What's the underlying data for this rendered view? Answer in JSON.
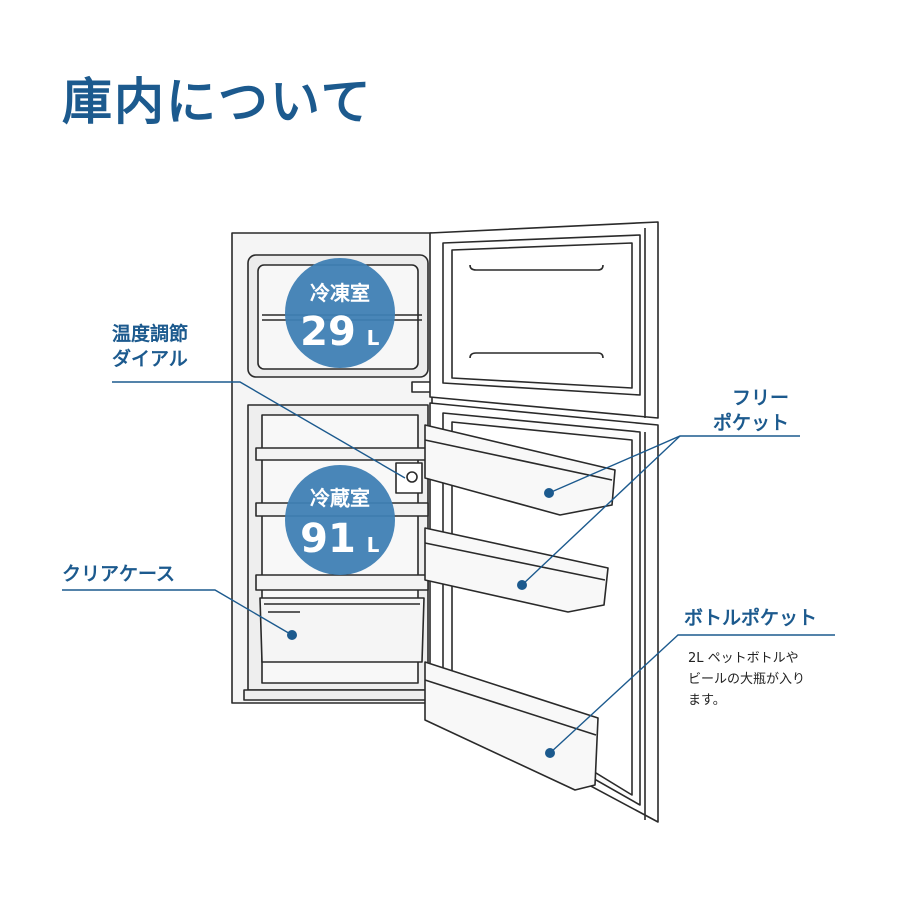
{
  "title": "庫内について",
  "freezer": {
    "name": "冷凍室",
    "capacity": "29",
    "unit": "L"
  },
  "fridge": {
    "name": "冷蔵室",
    "capacity": "91",
    "unit": "L"
  },
  "labels": {
    "dial": [
      "温度調節",
      "ダイアル"
    ],
    "clear_case": "クリアケース",
    "free_pocket": [
      "フリー",
      "ポケット"
    ],
    "bottle_pocket": "ボトルポケット",
    "bottle_desc": [
      "2L ペットボトルや",
      "ビールの大瓶が入り",
      "ます。"
    ]
  },
  "colors": {
    "accent": "#1c5a8e",
    "badge": "#3f7fb4",
    "line_art": "#2a2a2a"
  }
}
